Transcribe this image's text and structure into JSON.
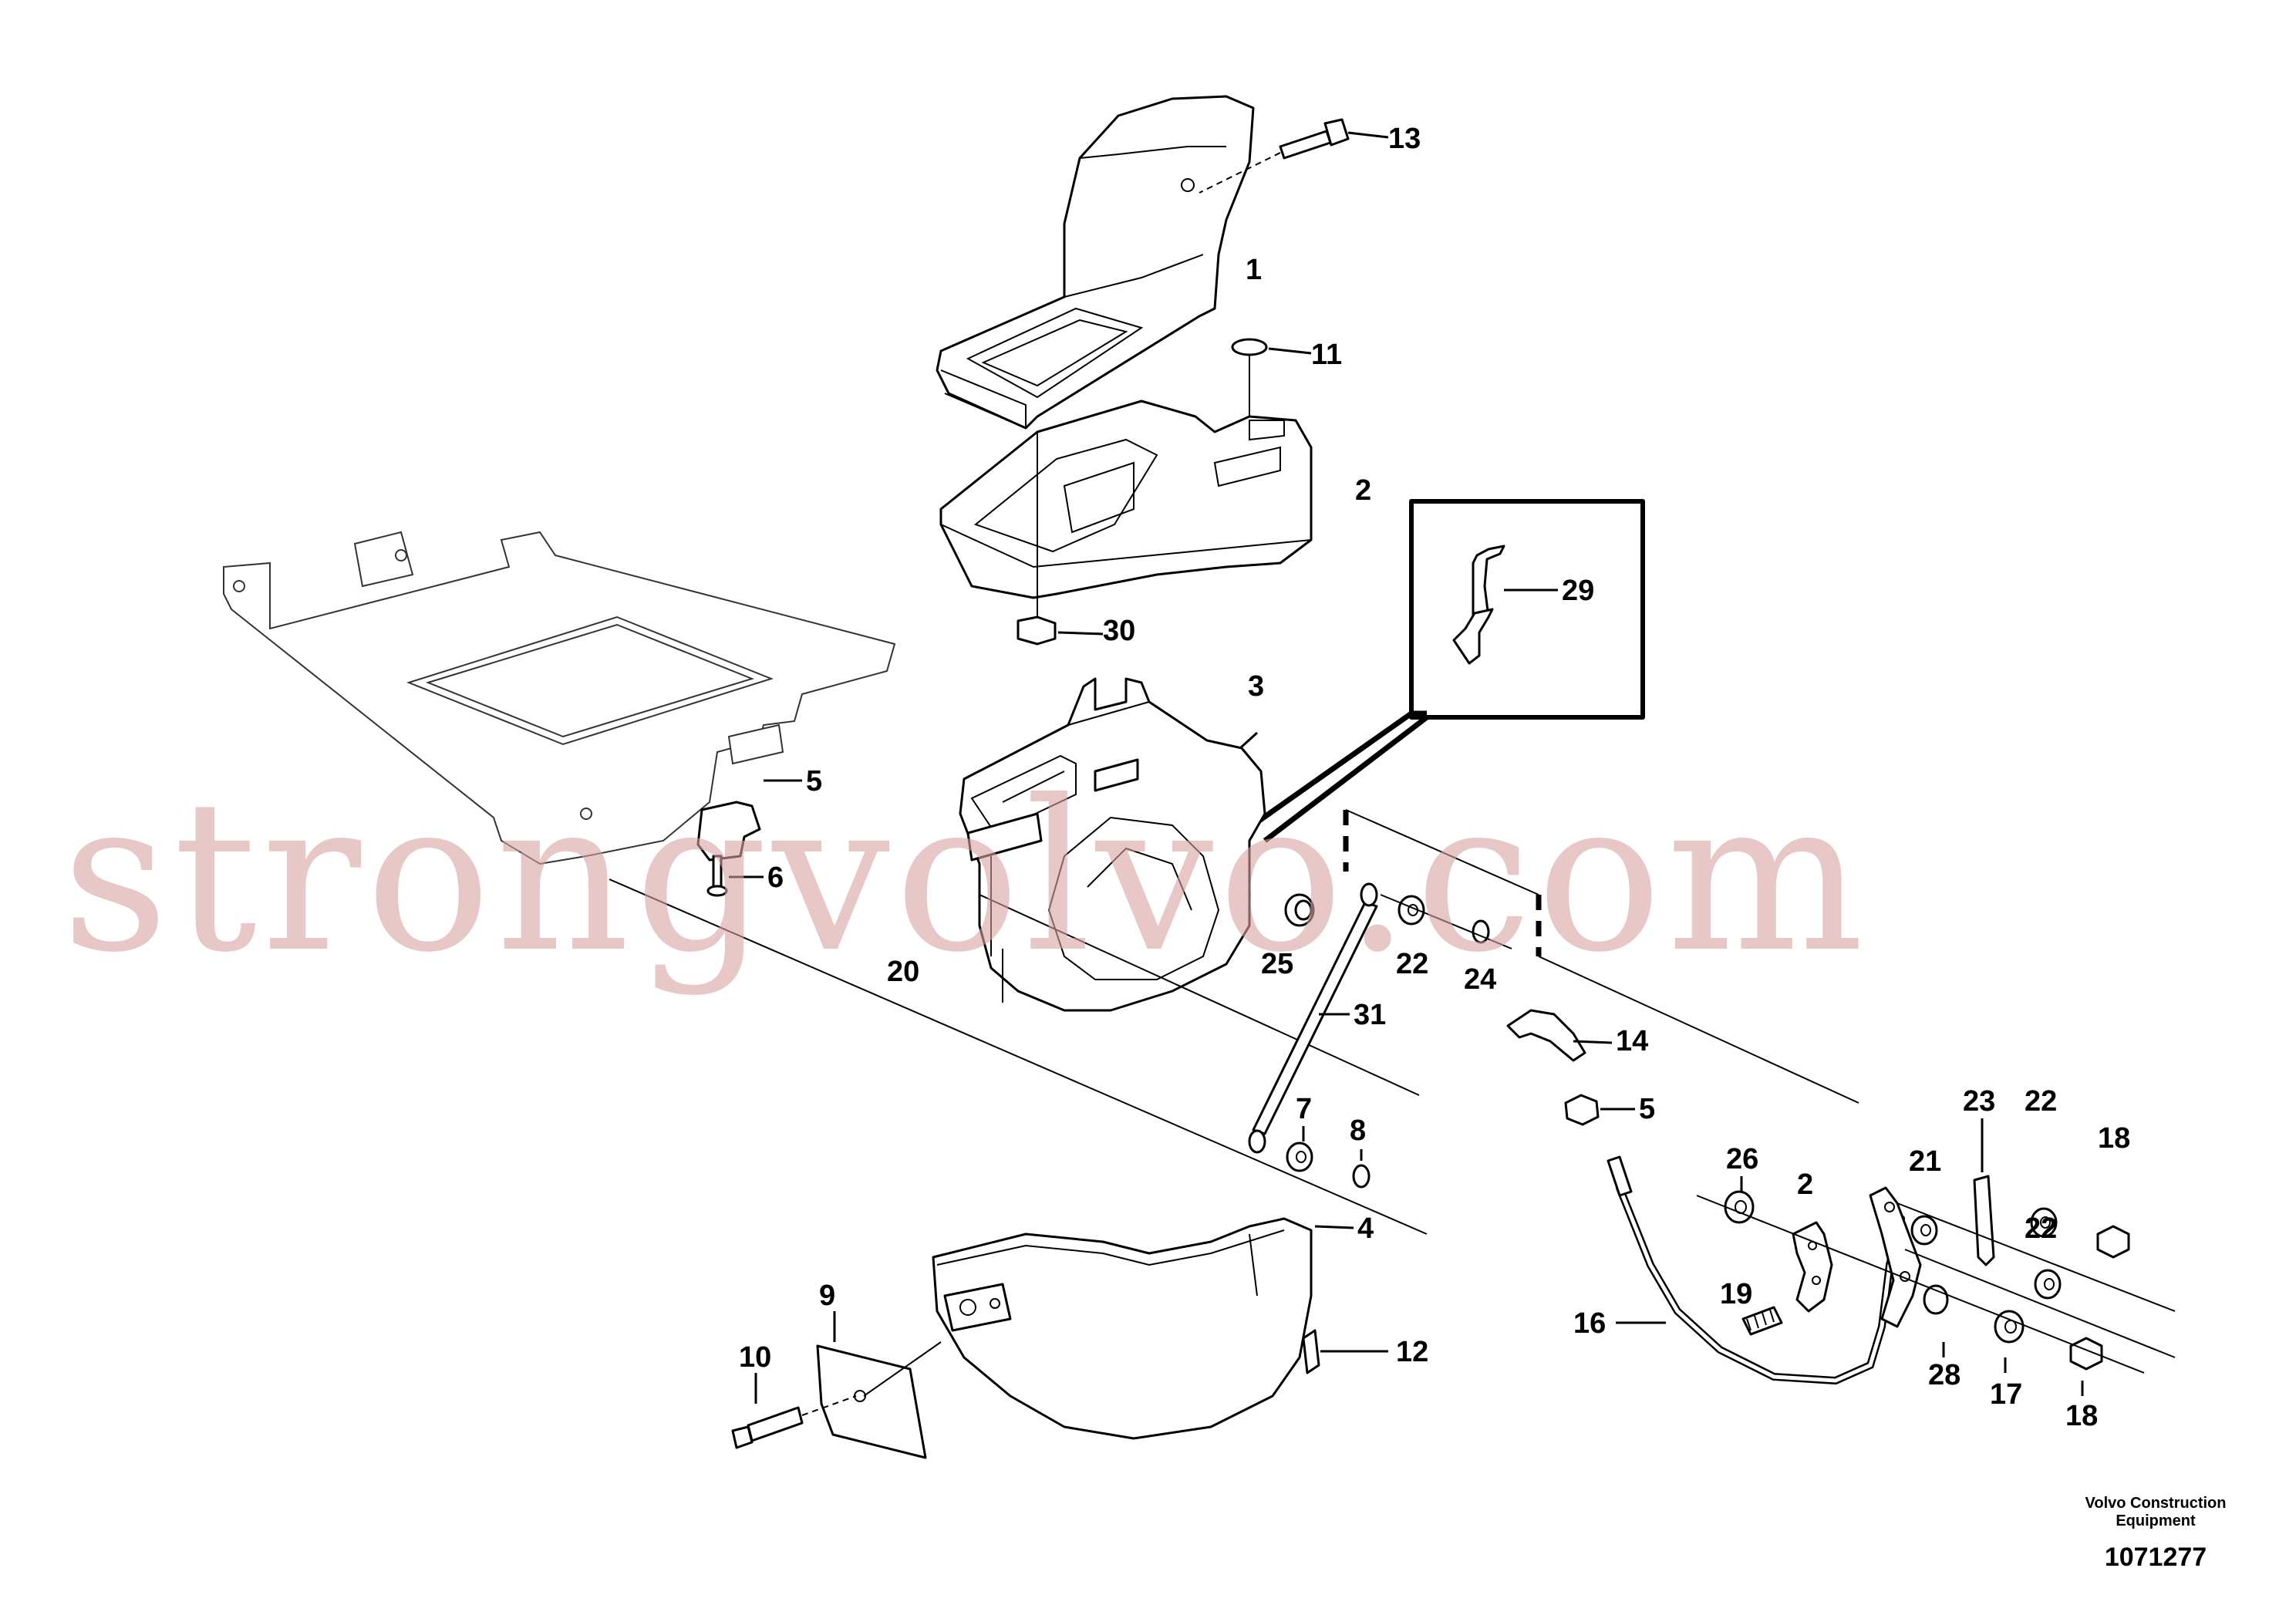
{
  "diagram": {
    "callouts": {
      "c1": "1",
      "c2a": "2",
      "c2b": "2",
      "c3": "3",
      "c4": "4",
      "c5a": "5",
      "c5b": "5",
      "c6": "6",
      "c7": "7",
      "c8": "8",
      "c9": "9",
      "c10": "10",
      "c11": "11",
      "c12": "12",
      "c13": "13",
      "c14": "14",
      "c16": "16",
      "c17": "17",
      "c18a": "18",
      "c18b": "18",
      "c19": "19",
      "c20": "20",
      "c21": "21",
      "c22a": "22",
      "c22b": "22",
      "c22c": "22",
      "c23": "23",
      "c24": "24",
      "c25": "25",
      "c26": "26",
      "c28": "28",
      "c29": "29",
      "c30": "30",
      "c31": "31"
    },
    "watermark": "strongvolvo.com",
    "brand_line1": "Volvo Construction",
    "brand_line2": "Equipment",
    "doc_number": "1071277"
  }
}
